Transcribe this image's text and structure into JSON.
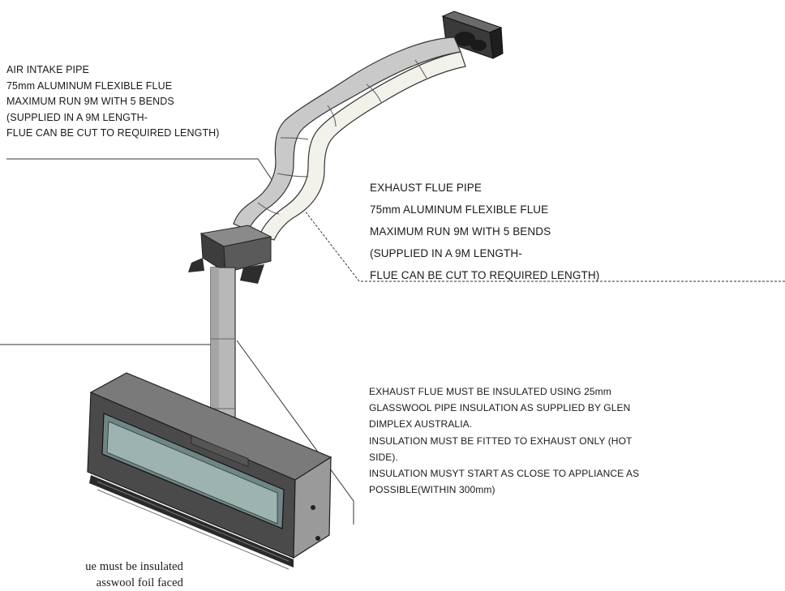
{
  "air_intake": {
    "title": "AIR INTAKE PIPE",
    "lines": [
      "75mm ALUMINUM FLEXIBLE FLUE",
      "MAXIMUM RUN 9M WITH 5 BENDS",
      "(SUPPLIED IN A 9M LENGTH-",
      "FLUE CAN BE CUT TO REQUIRED LENGTH)"
    ]
  },
  "exhaust_flue": {
    "title": "EXHAUST FLUE PIPE",
    "lines": [
      "75mm ALUMINUM FLEXIBLE FLUE",
      "MAXIMUM RUN 9M WITH 5 BENDS",
      "(SUPPLIED IN A 9M LENGTH-",
      "FLUE CAN BE CUT TO REQUIRED LENGTH)"
    ]
  },
  "insulation_note": {
    "lines": [
      "EXHAUST FLUE MUST BE INSULATED USING 25mm",
      "GLASSWOOL PIPE INSULATION AS SUPPLIED BY GLEN",
      "DIMPLEX AUSTRALIA.",
      "INSULATION MUST BE FITTED TO EXHAUST ONLY (HOT",
      "SIDE).",
      "INSULATION MUSYT START AS CLOSE TO APPLIANCE AS",
      "POSSIBLE(WITHIN 300mm)"
    ]
  },
  "bottom_note": {
    "lines": [
      "ue must be insulated",
      "asswool foil faced"
    ]
  },
  "colors": {
    "line": "#333333",
    "pipe_fill": "#c9c9c9",
    "insulation_fill": "#f2f1ea",
    "dark": "#2b2b2b",
    "text": "#1a1a1a"
  }
}
